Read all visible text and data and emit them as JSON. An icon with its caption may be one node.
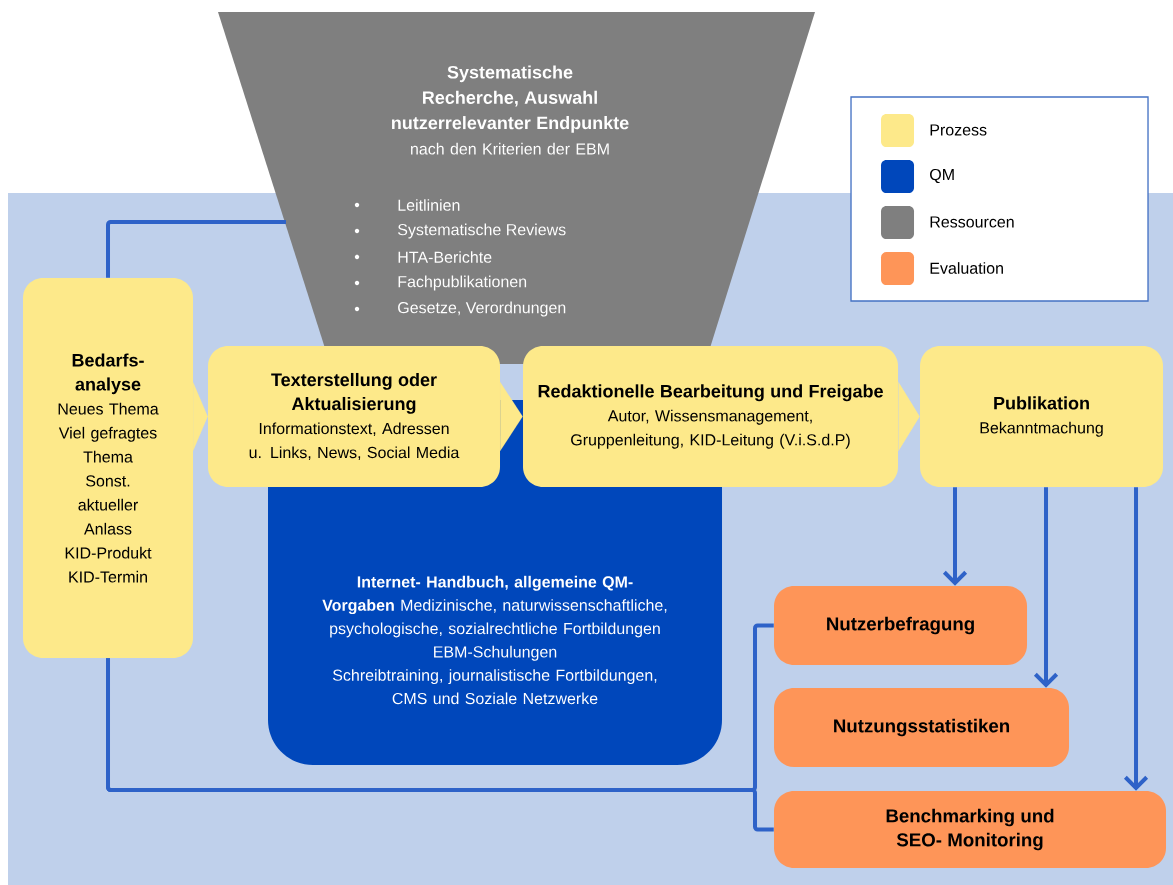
{
  "diagram": {
    "nodes": [
      {
        "text": [
          "Bedarfs- analyse",
          "Neues Thema",
          "Viel gefragtes Thema",
          "Sonst. aktueller Anlass",
          "KID-Produkt",
          "KID-Termin"
        ]
      },
      {
        "text": [
          "Systematische Recherche, Auswahl nutzerrelevanter Endpunkte",
          "nach den Kriterien der EBM",
          "Leitlinien",
          "Systematische Reviews",
          "HTA-Berichte",
          "Fachpublikationen",
          "Gesetze, Verordnungen"
        ]
      },
      {
        "text": [
          "Texterstellung oder Aktualisierung",
          "Informationstext, Adressen u. Links, News, Social Media"
        ]
      },
      {
        "text": [
          "Redaktionelle Bearbeitung und Freigabe",
          "Autor, Wissensmanagement, Gruppenleitung, KID-Leitung (V.i.S.d.P)"
        ]
      },
      {
        "text": [
          "Publikation",
          "Bekanntmachung"
        ]
      },
      {
        "text": [
          "**Internet- Handbuch, allgemeine QM-Vorgaben** Medizinische, naturwissenschaftliche, psychologische, sozialrechtliche Fortbildungen",
          "EBM-Schulungen",
          "Schreibtraining, journalistische Fortbildungen,",
          "CMS und Soziale Netzwerke"
        ]
      },
      {
        "text": [
          "Nutzerbefragung"
        ]
      },
      {
        "text": [
          "Nutzungsstatistiken"
        ]
      },
      {
        "text": [
          "Benchmarking und SEO- Monitoring"
        ]
      }
    ],
    "edges": [
      {
        "from": 0,
        "to": 2,
        "arrow": "to",
        "color": "#fde98a"
      },
      {
        "from": 2,
        "to": 3,
        "arrow": "to",
        "color": "#fde98a"
      },
      {
        "from": 3,
        "to": 4,
        "arrow": "to",
        "color": "#fde98a"
      },
      {
        "from": 0,
        "to": 1,
        "arrow": "none"
      },
      {
        "from": 4,
        "to": 6,
        "arrow": "to"
      },
      {
        "from": 4,
        "to": 7,
        "arrow": "to"
      },
      {
        "from": 4,
        "to": 8,
        "arrow": "to"
      },
      {
        "from": 0,
        "to": 6,
        "arrow": "none"
      },
      {
        "from": 0,
        "to": 8,
        "arrow": "none"
      }
    ],
    "legend": [
      {
        "text": "Prozess",
        "color": "#fde98a"
      },
      {
        "text": "QM",
        "color": "#0047bb"
      },
      {
        "text": "Ressourcen",
        "color": "#7f7f7f"
      },
      {
        "text": "Evaluation",
        "color": "#fe9558"
      }
    ]
  }
}
